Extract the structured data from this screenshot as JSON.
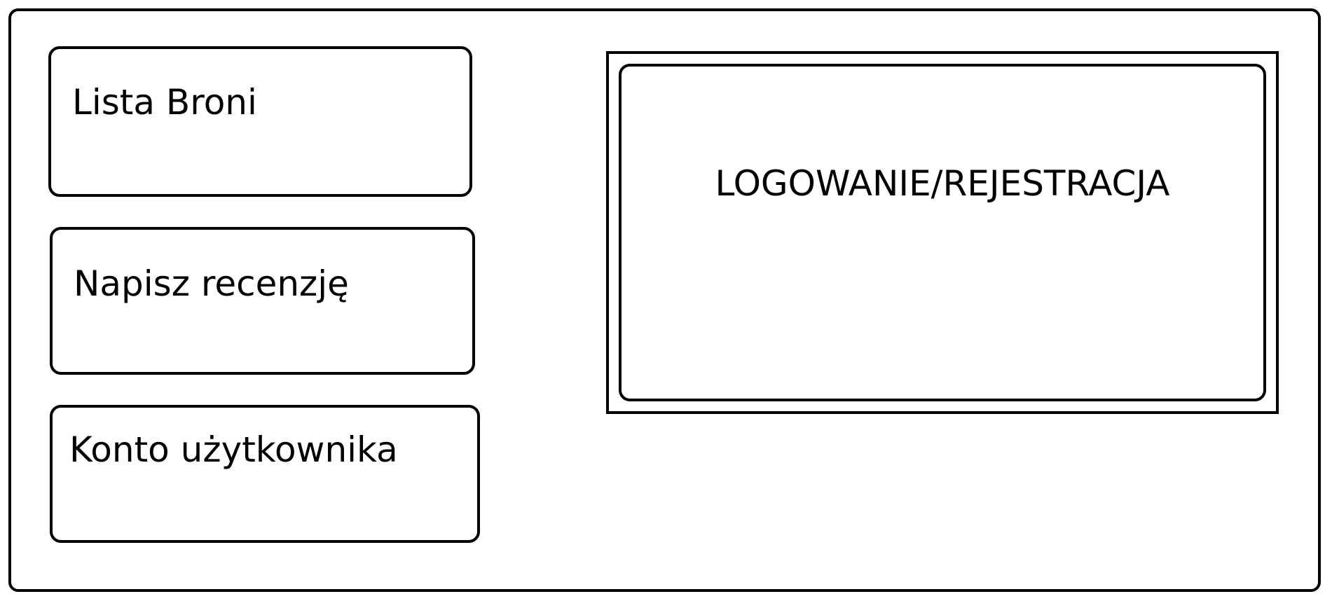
{
  "nav": {
    "items": [
      {
        "label": "Lista Broni"
      },
      {
        "label": "Napisz recenzję"
      },
      {
        "label": "Konto użytkownika"
      }
    ]
  },
  "auth": {
    "label": "LOGOWANIE/REJESTRACJA"
  },
  "colors": {
    "stroke": "#000000",
    "background": "#ffffff"
  }
}
